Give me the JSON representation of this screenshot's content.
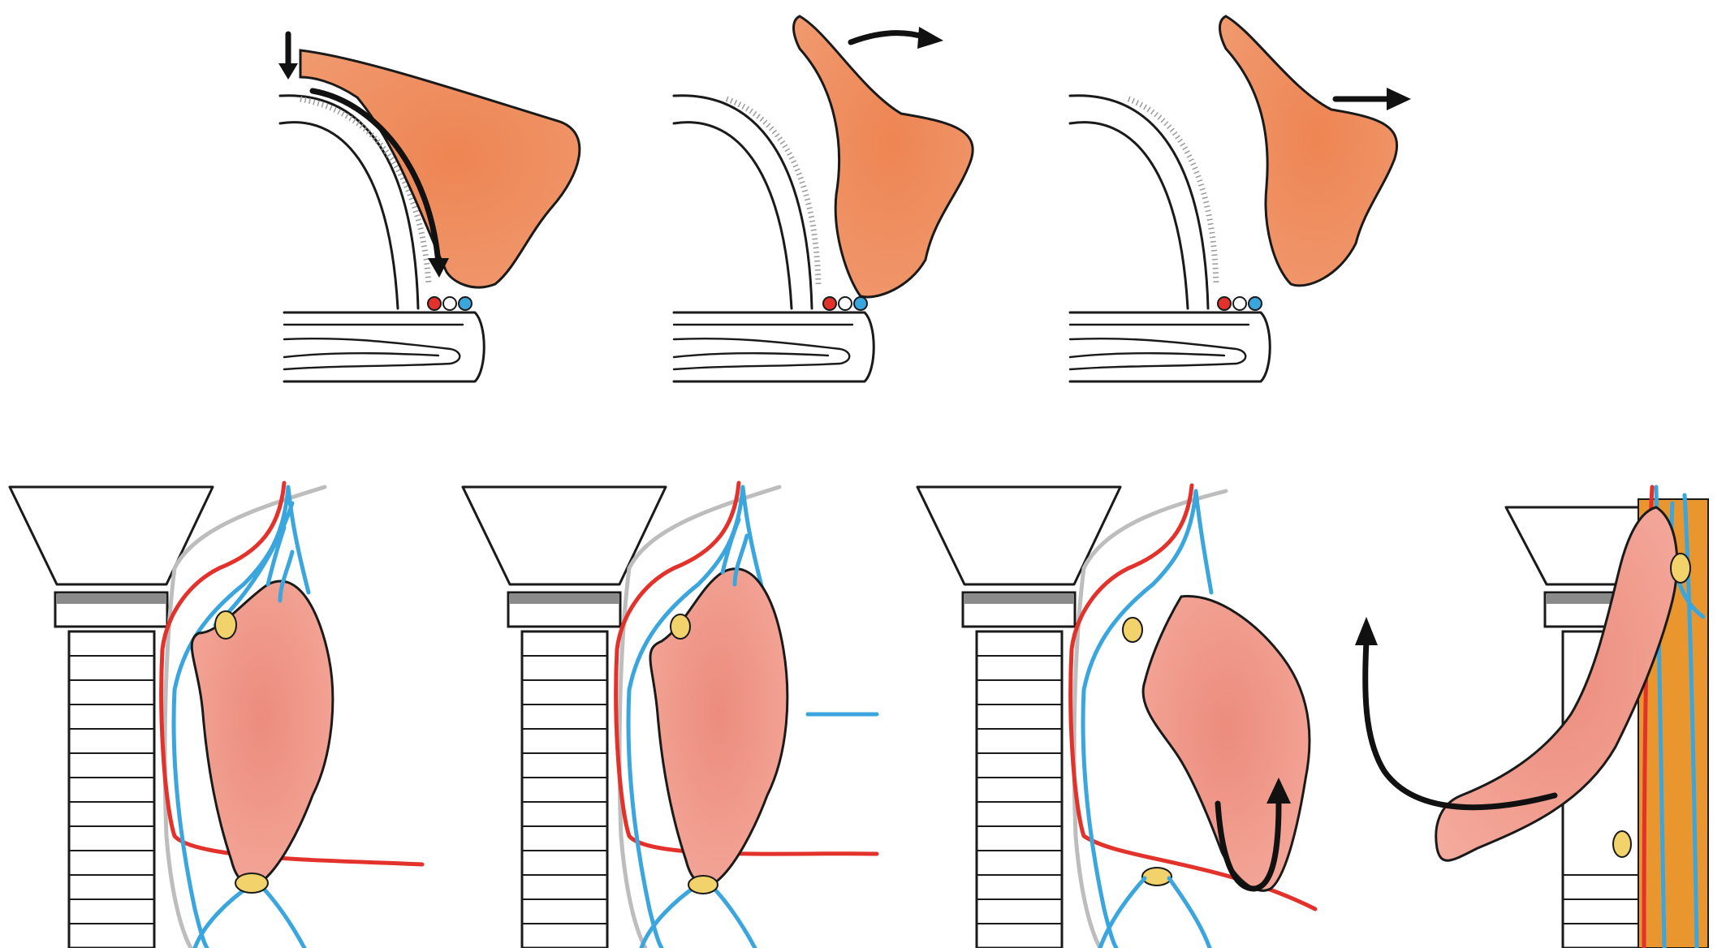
{
  "colors": {
    "tissue_top": "#ec8a5c",
    "tissue_bottom": "#ef9a88",
    "red_vessel": "#e3322b",
    "blue_vessel": "#3aa6dd",
    "gray_line": "#bdbdbd",
    "node": "#f2d36b",
    "backing_plate": "#e9962e",
    "outline": "#1a1a1a"
  },
  "top_row": {
    "panel_count": 3,
    "panels": [
      {
        "step": 1,
        "arrows": [
          "down-arrow",
          "curved-descending-arrow"
        ]
      },
      {
        "step": 2,
        "arrows": [
          "curved-rightward-arrow"
        ]
      },
      {
        "step": 3,
        "arrows": [
          "right-arrow"
        ]
      }
    ]
  },
  "bottom_row": {
    "panel_count": 4,
    "panels": [
      {
        "step": 1,
        "arrows": []
      },
      {
        "step": 2,
        "arrows": []
      },
      {
        "step": 3,
        "arrows": [
          "u-turn-arrow"
        ]
      },
      {
        "step": 4,
        "arrows": [
          "curved-up-arrow"
        ]
      }
    ]
  }
}
